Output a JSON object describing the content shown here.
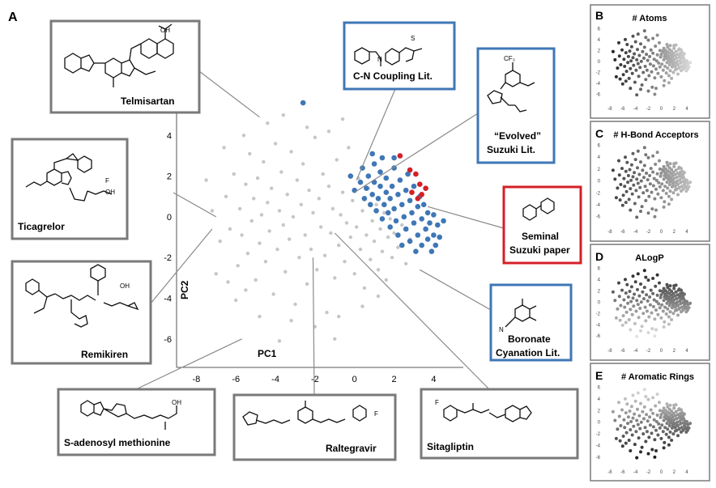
{
  "panel_letters": {
    "A": "A",
    "B": "B",
    "C": "C",
    "D": "D",
    "E": "E"
  },
  "chart_data": [
    {
      "type": "scatter",
      "panel": "A",
      "xlabel": "PC1",
      "ylabel": "PC2",
      "xlim": [
        -9,
        5.5
      ],
      "ylim": [
        -7.4,
        6.2
      ],
      "x_ticks": [
        "-8",
        "-6",
        "-4",
        "-2",
        "0",
        "2",
        "4"
      ],
      "y_ticks": [
        "4",
        "2",
        "0",
        "-2",
        "-4",
        "-6"
      ],
      "grid": false,
      "series_colors": {
        "background": "#c6c6c6",
        "literature": "#3f77b6",
        "seminal": "#d42027"
      },
      "callouts": [
        {
          "label": "Telmisartan",
          "box_color": "#7a7a7a",
          "point": [
            -4.8,
            4.9
          ]
        },
        {
          "label": "C-N Coupling Lit.",
          "box_color": "#3f77b6",
          "point": [
            0.1,
            1.8
          ]
        },
        {
          "label_lines": [
            "“Evolved”",
            "Suzuki Lit."
          ],
          "box_color": "#3f77b6",
          "point": [
            0.0,
            1.2
          ]
        },
        {
          "label": "Ticagrelor",
          "box_color": "#7a7a7a",
          "point": [
            -7.0,
            0.0
          ]
        },
        {
          "label_lines": [
            "Seminal",
            "Suzuki paper"
          ],
          "box_color": "#d42027",
          "point": [
            3.7,
            0.5
          ]
        },
        {
          "label": "Remikiren",
          "box_color": "#7a7a7a",
          "point": [
            -7.2,
            -0.6
          ]
        },
        {
          "label_lines": [
            "Boronate",
            "Cyanation Lit."
          ],
          "box_color": "#3f77b6",
          "point": [
            3.3,
            -2.6
          ]
        },
        {
          "label": "S-adenosyl methionine",
          "box_color": "#7a7a7a",
          "point": [
            -5.7,
            -6.0
          ]
        },
        {
          "label": "Raltegravir",
          "box_color": "#7a7a7a",
          "point": [
            -2.1,
            -2.0
          ]
        },
        {
          "label": "Sitagliptin",
          "box_color": "#7a7a7a",
          "point": [
            -1.0,
            -0.8
          ]
        }
      ],
      "series": [
        {
          "role": "background",
          "points": [
            [
              -7.2,
              0.3
            ],
            [
              -6.8,
              -1.2
            ],
            [
              -6.5,
              1.0
            ],
            [
              -6.3,
              -0.6
            ],
            [
              -6.1,
              2.1
            ],
            [
              -5.9,
              -2.4
            ],
            [
              -5.8,
              0.4
            ],
            [
              -5.7,
              -0.9
            ],
            [
              -5.5,
              1.6
            ],
            [
              -5.4,
              -1.8
            ],
            [
              -5.3,
              3.1
            ],
            [
              -5.2,
              -0.2
            ],
            [
              -5.1,
              0.9
            ],
            [
              -5.0,
              -3.1
            ],
            [
              -4.9,
              1.9
            ],
            [
              -4.8,
              -1.3
            ],
            [
              -4.7,
              0.1
            ],
            [
              -4.6,
              2.7
            ],
            [
              -4.5,
              -2.2
            ],
            [
              -4.4,
              0.7
            ],
            [
              -4.3,
              -0.7
            ],
            [
              -4.2,
              1.4
            ],
            [
              -4.1,
              -3.8
            ],
            [
              -4.0,
              3.6
            ],
            [
              -3.9,
              -1.6
            ],
            [
              -3.8,
              0.3
            ],
            [
              -3.7,
              2.2
            ],
            [
              -3.6,
              -0.4
            ],
            [
              -3.5,
              -2.7
            ],
            [
              -3.4,
              1.1
            ],
            [
              -3.3,
              -1.1
            ],
            [
              -3.2,
              3.2
            ],
            [
              -3.1,
              0.0
            ],
            [
              -3.0,
              -4.3
            ],
            [
              -2.9,
              1.8
            ],
            [
              -2.8,
              -2.0
            ],
            [
              -2.7,
              0.6
            ],
            [
              -2.6,
              2.6
            ],
            [
              -2.5,
              -0.9
            ],
            [
              -2.4,
              -3.3
            ],
            [
              -2.3,
              1.3
            ],
            [
              -2.2,
              -1.6
            ],
            [
              -2.1,
              0.2
            ],
            [
              -2.0,
              3.9
            ],
            [
              -1.9,
              -2.6
            ],
            [
              -1.8,
              0.9
            ],
            [
              -1.7,
              -0.5
            ],
            [
              -1.6,
              2.1
            ],
            [
              -1.5,
              -1.9
            ],
            [
              -1.4,
              -4.7
            ],
            [
              -1.3,
              1.5
            ],
            [
              -1.2,
              -0.8
            ],
            [
              -1.1,
              0.4
            ],
            [
              -1.0,
              -3.0
            ],
            [
              -0.9,
              2.8
            ],
            [
              -0.8,
              -1.4
            ],
            [
              -0.7,
              0.1
            ],
            [
              -0.6,
              1.2
            ],
            [
              -0.5,
              -2.2
            ],
            [
              -0.4,
              -0.3
            ],
            [
              -0.3,
              3.4
            ],
            [
              -0.2,
              -1.0
            ],
            [
              -0.1,
              0.8
            ],
            [
              0.0,
              -2.8
            ],
            [
              0.1,
              -0.5
            ],
            [
              0.2,
              1.9
            ],
            [
              0.3,
              -1.6
            ],
            [
              0.4,
              0.3
            ],
            [
              0.5,
              -3.5
            ],
            [
              0.6,
              -0.9
            ],
            [
              0.7,
              1.4
            ],
            [
              0.8,
              -2.1
            ],
            [
              0.9,
              -0.2
            ],
            [
              1.0,
              -1.2
            ],
            [
              1.1,
              0.6
            ],
            [
              1.2,
              -2.6
            ],
            [
              1.3,
              -0.6
            ],
            [
              1.4,
              -1.7
            ],
            [
              1.5,
              0.2
            ],
            [
              1.6,
              -3.1
            ],
            [
              1.7,
              -1.0
            ],
            [
              1.8,
              -0.1
            ],
            [
              1.9,
              -2.0
            ],
            [
              2.0,
              -0.8
            ],
            [
              2.2,
              -1.5
            ],
            [
              2.4,
              -0.4
            ],
            [
              2.6,
              -2.3
            ],
            [
              2.8,
              -1.1
            ],
            [
              -6.0,
              -4.1
            ],
            [
              -5.6,
              4.0
            ],
            [
              -4.4,
              4.6
            ],
            [
              -3.6,
              5.0
            ],
            [
              -2.4,
              4.4
            ],
            [
              -1.3,
              4.2
            ],
            [
              -0.6,
              4.8
            ],
            [
              -7.5,
              1.8
            ],
            [
              -7.0,
              -2.8
            ],
            [
              -6.6,
              3.4
            ],
            [
              -3.2,
              -5.1
            ],
            [
              -2.0,
              -5.4
            ],
            [
              -0.8,
              -4.9
            ],
            [
              0.4,
              -4.4
            ],
            [
              1.2,
              -3.9
            ],
            [
              -4.8,
              -4.9
            ],
            [
              -5.5,
              -3.6
            ],
            [
              -6.4,
              -3.2
            ],
            [
              -1.0,
              -6.0
            ],
            [
              -3.8,
              -6.1
            ]
          ]
        },
        {
          "role": "literature",
          "points": [
            [
              -0.2,
              2.0
            ],
            [
              0.0,
              1.3
            ],
            [
              0.3,
              1.7
            ],
            [
              0.4,
              2.4
            ],
            [
              0.5,
              0.9
            ],
            [
              0.6,
              1.4
            ],
            [
              0.7,
              2.0
            ],
            [
              0.8,
              0.6
            ],
            [
              0.9,
              1.1
            ],
            [
              1.0,
              1.7
            ],
            [
              1.0,
              2.6
            ],
            [
              1.1,
              0.3
            ],
            [
              1.2,
              0.9
            ],
            [
              1.3,
              1.5
            ],
            [
              1.3,
              2.2
            ],
            [
              1.4,
              -0.1
            ],
            [
              1.5,
              0.6
            ],
            [
              1.6,
              1.2
            ],
            [
              1.6,
              1.9
            ],
            [
              1.7,
              0.2
            ],
            [
              1.8,
              0.9
            ],
            [
              1.8,
              -0.5
            ],
            [
              1.9,
              1.5
            ],
            [
              2.0,
              2.4
            ],
            [
              2.0,
              0.4
            ],
            [
              2.1,
              -0.2
            ],
            [
              2.2,
              1.1
            ],
            [
              2.2,
              -0.9
            ],
            [
              2.3,
              1.8
            ],
            [
              2.4,
              0.6
            ],
            [
              2.4,
              -1.4
            ],
            [
              2.5,
              0.0
            ],
            [
              2.6,
              1.3
            ],
            [
              2.6,
              -0.6
            ],
            [
              2.7,
              2.1
            ],
            [
              2.8,
              0.8
            ],
            [
              2.8,
              -1.2
            ],
            [
              2.9,
              0.2
            ],
            [
              3.0,
              -0.3
            ],
            [
              3.0,
              1.5
            ],
            [
              3.1,
              -1.7
            ],
            [
              3.2,
              0.5
            ],
            [
              3.2,
              -0.9
            ],
            [
              3.3,
              1.0
            ],
            [
              3.4,
              -0.1
            ],
            [
              3.4,
              -1.4
            ],
            [
              3.5,
              0.6
            ],
            [
              3.6,
              -0.6
            ],
            [
              3.7,
              0.2
            ],
            [
              3.7,
              -1.1
            ],
            [
              3.8,
              -0.3
            ],
            [
              3.9,
              -1.7
            ],
            [
              4.0,
              0.1
            ],
            [
              4.0,
              -0.9
            ],
            [
              4.1,
              -1.4
            ],
            [
              4.2,
              -0.4
            ],
            [
              4.3,
              -1.0
            ],
            [
              4.5,
              -0.2
            ],
            [
              2.0,
              2.9
            ],
            [
              1.4,
              2.9
            ],
            [
              0.9,
              3.1
            ],
            [
              -2.6,
              5.6
            ]
          ]
        },
        {
          "role": "seminal",
          "points": [
            [
              2.3,
              3.0
            ],
            [
              3.1,
              2.1
            ],
            [
              3.3,
              1.6
            ],
            [
              3.6,
              1.4
            ],
            [
              2.9,
              1.2
            ],
            [
              3.2,
              0.9
            ],
            [
              3.4,
              1.1
            ],
            [
              2.8,
              2.3
            ]
          ]
        }
      ]
    },
    {
      "type": "scatter",
      "panel": "B",
      "title": "# Atoms",
      "x_ticks": [
        "-8",
        "-6",
        "-4",
        "-2",
        "0",
        "2",
        "4"
      ],
      "y_ticks": [
        "6",
        "4",
        "2",
        "0",
        "-2",
        "-4",
        "-6"
      ],
      "shading": "grayscale"
    },
    {
      "type": "scatter",
      "panel": "C",
      "title": "# H-Bond Acceptors",
      "x_ticks": [
        "-8",
        "-6",
        "-4",
        "-2",
        "0",
        "2",
        "4"
      ],
      "y_ticks": [
        "6",
        "4",
        "2",
        "0",
        "-2",
        "-4",
        "-6"
      ],
      "shading": "grayscale"
    },
    {
      "type": "scatter",
      "panel": "D",
      "title": "ALogP",
      "x_ticks": [
        "-8",
        "-6",
        "-4",
        "-2",
        "0",
        "2",
        "4"
      ],
      "y_ticks": [
        "6",
        "4",
        "2",
        "0",
        "-2",
        "-4",
        "-6"
      ],
      "shading": "grayscale"
    },
    {
      "type": "scatter",
      "panel": "E",
      "title": "# Aromatic Rings",
      "x_ticks": [
        "-8",
        "-6",
        "-4",
        "-2",
        "0",
        "2",
        "4"
      ],
      "y_ticks": [
        "6",
        "4",
        "2",
        "0",
        "-2",
        "-4",
        "-6"
      ],
      "shading": "grayscale"
    }
  ]
}
